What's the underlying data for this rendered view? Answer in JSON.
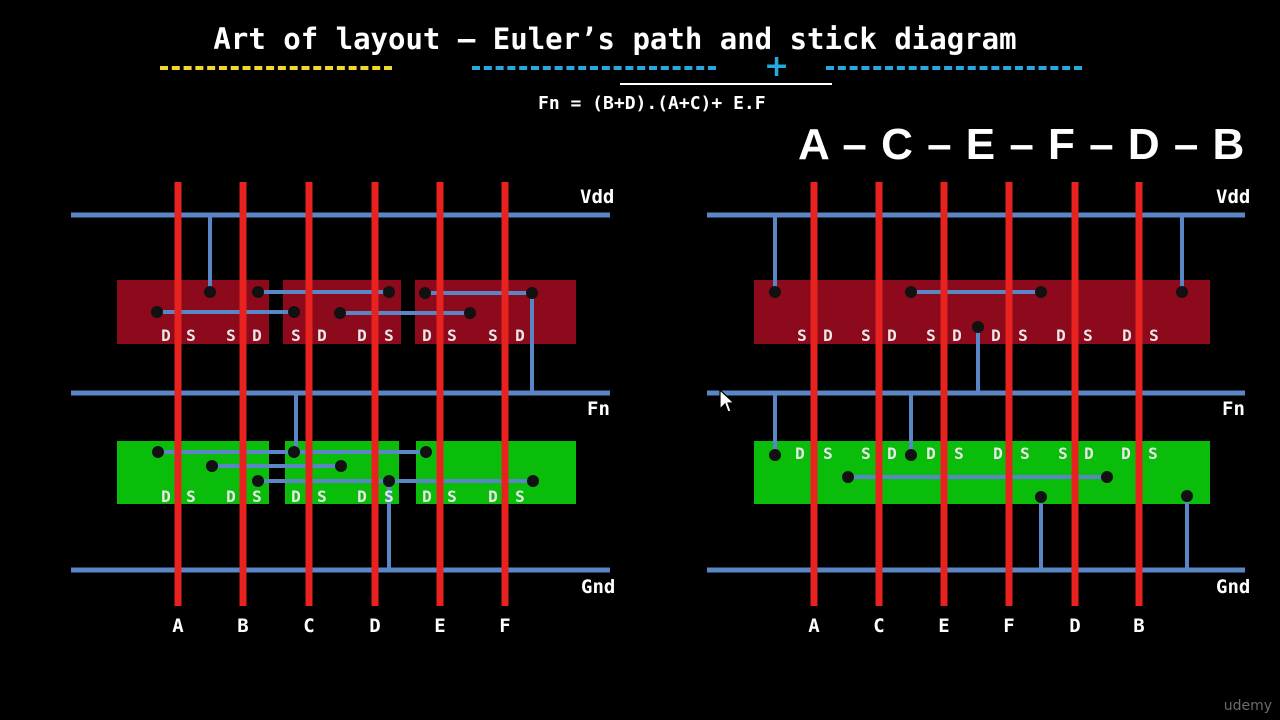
{
  "title": "Art of layout – Euler’s path and stick diagram",
  "formula": {
    "text": "Fn = (B+D).(A+C)+ E.F",
    "overbar_portion": "(B+D).(A+C)+ E.F"
  },
  "euler_path": "A – C – E – F – D – B",
  "plus_symbol": "+",
  "colors": {
    "poly": "#e8231f",
    "metal": "#5b86c5",
    "pdiff": "#8d0a1c",
    "ndiff": "#0bbd0b",
    "contact": "#111111",
    "underline_yellow": "#f2d82a",
    "underline_blue": "#29a8e0"
  },
  "left_panel": {
    "rails": {
      "top": "Vdd",
      "middle": "Fn",
      "bottom": "Gnd"
    },
    "gates": [
      "A",
      "B",
      "C",
      "D",
      "E",
      "F"
    ],
    "pmos_labels": [
      "D",
      "S",
      "S",
      "D",
      "S",
      "D",
      "D",
      "S",
      "D",
      "S",
      "S",
      "D"
    ],
    "nmos_labels": [
      "D",
      "S",
      "D",
      "S",
      "D",
      "S",
      "D",
      "S",
      "D",
      "S",
      "D",
      "S"
    ]
  },
  "right_panel": {
    "rails": {
      "top": "Vdd",
      "middle": "Fn",
      "bottom": "Gnd"
    },
    "gates": [
      "A",
      "C",
      "E",
      "F",
      "D",
      "B"
    ],
    "pmos_labels": [
      "S",
      "D",
      "S",
      "D",
      "S",
      "D",
      "D",
      "S",
      "D",
      "S",
      "D",
      "S"
    ],
    "nmos_labels": [
      "D",
      "S",
      "S",
      "D",
      "D",
      "S",
      "D",
      "S",
      "S",
      "D",
      "D",
      "S"
    ]
  },
  "watermark": "udemy",
  "icons": {
    "cursor": "mouse-pointer-icon"
  }
}
